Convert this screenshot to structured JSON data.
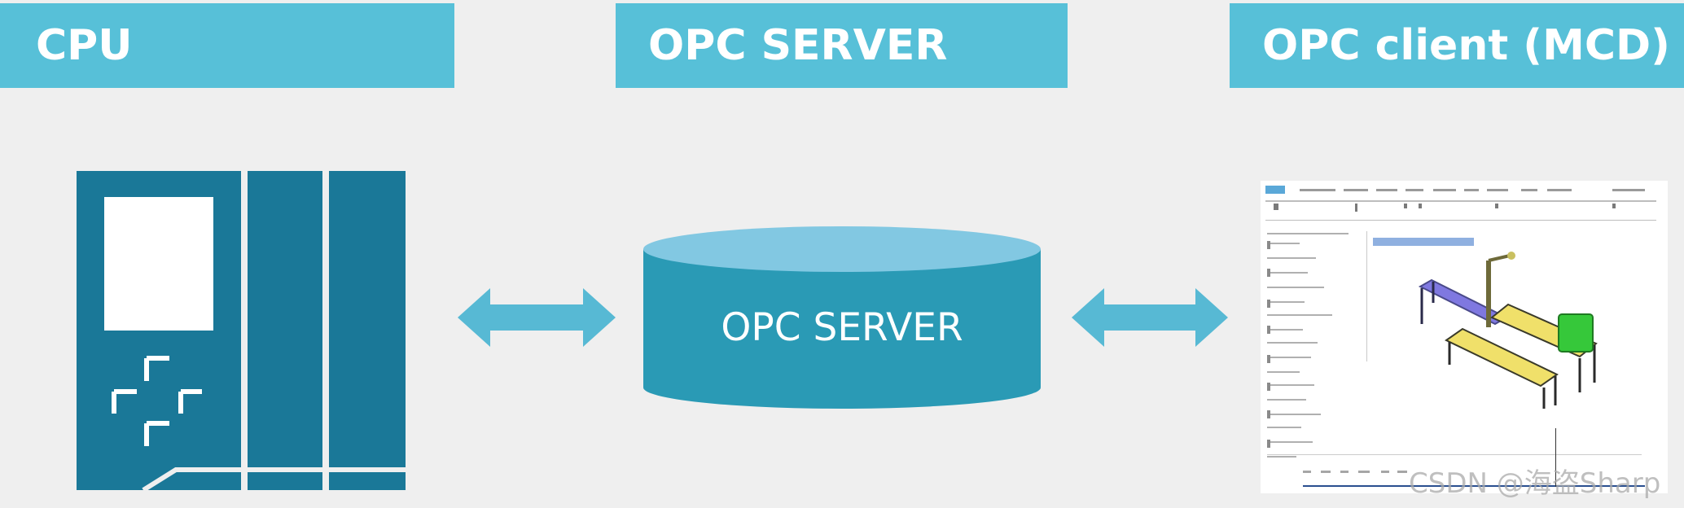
{
  "banners": {
    "cpu": "CPU",
    "server": "OPC SERVER",
    "client": "OPC client (MCD)"
  },
  "cylinder": {
    "label": "OPC SERVER"
  },
  "watermark": "CSDN @海盗Sharp",
  "colors": {
    "banner": "#57c0d8",
    "cpu_module": "#1a7898",
    "cylinder_body": "#2a9ab5",
    "cylinder_top": "#82c8e2",
    "arrow": "#57b9d4",
    "background": "#efefef"
  },
  "icons": {
    "cpu": "plc-module-icon",
    "server": "database-cylinder-icon",
    "client": "mcd-application-screenshot",
    "link": "double-arrow-icon"
  }
}
